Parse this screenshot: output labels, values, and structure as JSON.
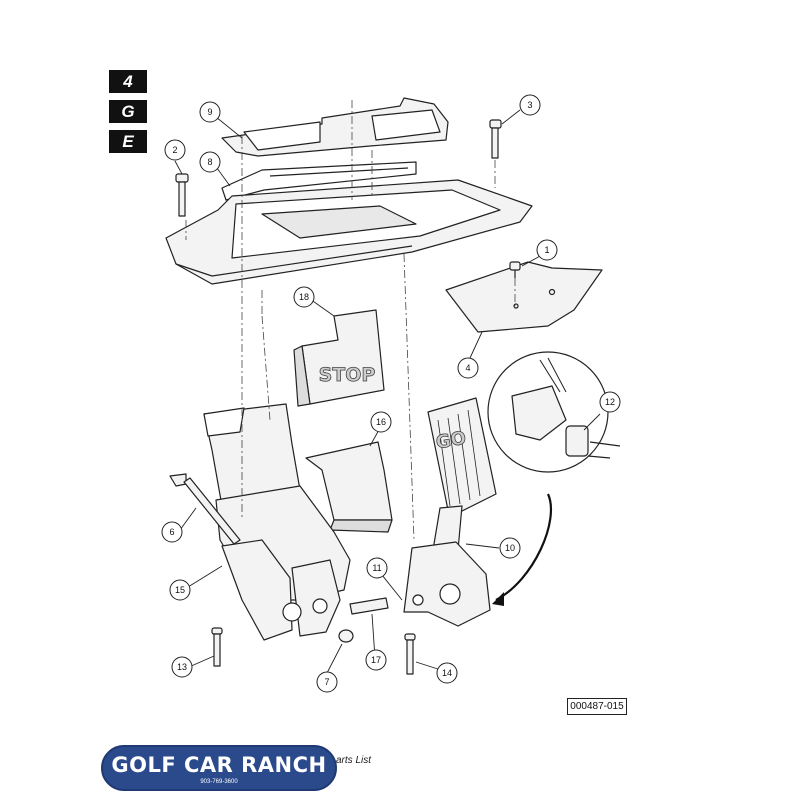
{
  "section_badges": [
    "4",
    "G",
    "E"
  ],
  "callouts": [
    "1",
    "2",
    "3",
    "4",
    "6",
    "7",
    "8",
    "9",
    "10",
    "11",
    "12",
    "13",
    "14",
    "15",
    "16",
    "17",
    "18"
  ],
  "stop_label": "STOP",
  "go_label": "GO",
  "drawing_number": "000487-015",
  "caption": "arts List",
  "logo": {
    "name": "GOLF CAR RANCH",
    "phone": "903-769-3600"
  },
  "colors": {
    "logo_bg": "#2a4a8c",
    "ink": "#222222",
    "badge": "#111111"
  }
}
